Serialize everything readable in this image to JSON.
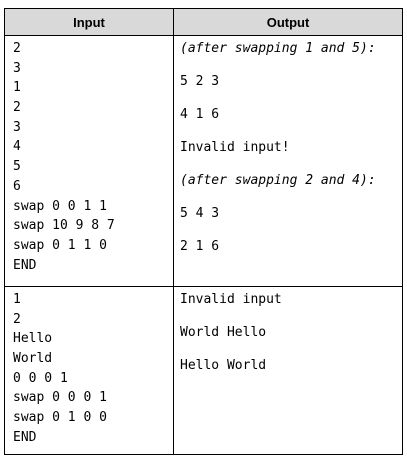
{
  "table": {
    "headers": {
      "input": "Input",
      "output": "Output"
    },
    "rows": [
      {
        "input": [
          "2",
          "3",
          "1",
          "2",
          "3",
          "4",
          "5",
          "6",
          "swap 0 0 1 1",
          "swap 10 9 8 7",
          "swap 0 1 1 0",
          "END"
        ],
        "output": [
          {
            "text": "(after swapping 1 and 5):",
            "italic": true
          },
          {
            "text": "5 2 3",
            "italic": false
          },
          {
            "text": "4 1 6",
            "italic": false
          },
          {
            "text": "Invalid input!",
            "italic": false
          },
          {
            "text": "(after swapping 2 and 4):",
            "italic": true
          },
          {
            "text": "5 4 3",
            "italic": false
          },
          {
            "text": "2 1 6",
            "italic": false
          }
        ]
      },
      {
        "input": [
          "1",
          "2",
          "Hello",
          "World",
          "0 0 0 1",
          "swap 0 0 0 1",
          "swap 0 1 0 0",
          "END"
        ],
        "output": [
          {
            "text": "Invalid input",
            "italic": false
          },
          {
            "text": "World Hello",
            "italic": false
          },
          {
            "text": "Hello World",
            "italic": false
          }
        ]
      }
    ]
  }
}
